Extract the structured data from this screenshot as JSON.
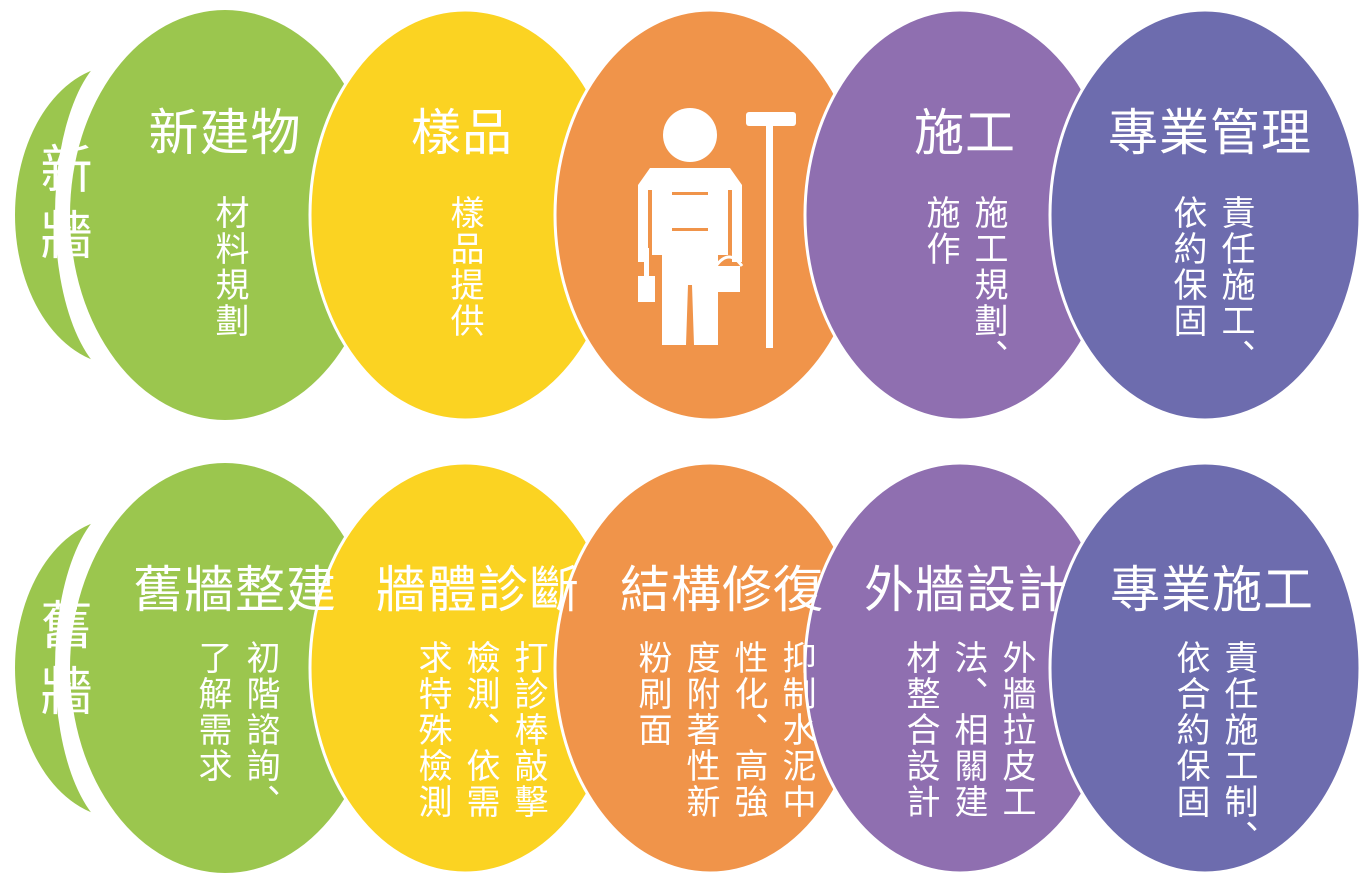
{
  "colors": {
    "green": "#9BC64E",
    "yellow": "#FBD322",
    "orange": "#F0944A",
    "purple": "#8F6FB0",
    "indigo": "#6D6CAE",
    "text": "#FFFFFF"
  },
  "icon": "worker-with-paint-roller-icon",
  "rows": [
    {
      "side_label": "新牆",
      "steps": [
        {
          "title": "新建物",
          "cols": [
            "材料規劃"
          ]
        },
        {
          "title": "樣品",
          "cols": [
            "樣品提供"
          ]
        },
        {
          "title": "",
          "cols": []
        },
        {
          "title": "施工",
          "cols": [
            "施工規劃、",
            "施作"
          ]
        },
        {
          "title": "專業管理",
          "cols": [
            "責任施工、",
            "依約保固"
          ]
        }
      ]
    },
    {
      "side_label": "舊牆",
      "steps": [
        {
          "title": "舊牆整建",
          "cols": [
            "初階諮詢、",
            "了解需求"
          ]
        },
        {
          "title": "牆體診斷",
          "cols": [
            "打診棒敲擊",
            "檢測、依需",
            "求特殊檢測"
          ]
        },
        {
          "title": "結構修復",
          "cols": [
            "抑制水泥中",
            "性化、高強",
            "度附著性新",
            "粉刷面"
          ]
        },
        {
          "title": "外牆設計",
          "cols": [
            "外牆拉皮工",
            "法、相關建",
            "材整合設計"
          ]
        },
        {
          "title": "專業施工",
          "cols": [
            "責任施工制、",
            "依合約保固"
          ]
        }
      ]
    }
  ]
}
